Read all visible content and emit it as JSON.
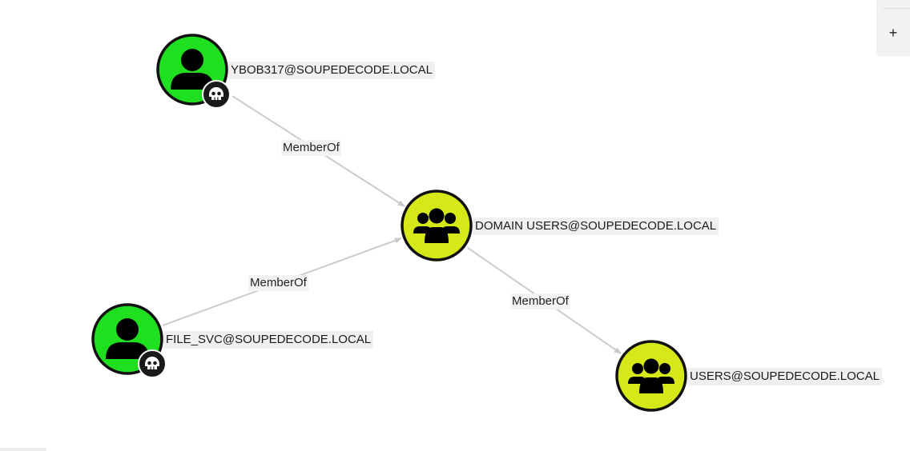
{
  "zoom_controls": {
    "zoom_in_label": "+"
  },
  "nodes": [
    {
      "id": "ybob",
      "kind": "user",
      "owned": true,
      "label": "YBOB317@SOUPEDECODE.LOCAL"
    },
    {
      "id": "domain_users",
      "kind": "group",
      "owned": false,
      "label": "DOMAIN USERS@SOUPEDECODE.LOCAL"
    },
    {
      "id": "file_svc",
      "kind": "user",
      "owned": true,
      "label": "FILE_SVC@SOUPEDECODE.LOCAL"
    },
    {
      "id": "users",
      "kind": "group",
      "owned": false,
      "label": "USERS@SOUPEDECODE.LOCAL"
    }
  ],
  "edges": [
    {
      "from": "ybob",
      "to": "domain_users",
      "label": "MemberOf"
    },
    {
      "from": "file_svc",
      "to": "domain_users",
      "label": "MemberOf"
    },
    {
      "from": "domain_users",
      "to": "users",
      "label": "MemberOf"
    }
  ],
  "colors": {
    "user_fill": "#1fe01f",
    "group_fill": "#d6e817",
    "node_ring": "#111111",
    "edge": "#cccccc",
    "owned_badge": "#1a1a1a"
  },
  "icons": {
    "user": "user-icon",
    "group": "group-icon",
    "owned": "skull-icon"
  }
}
